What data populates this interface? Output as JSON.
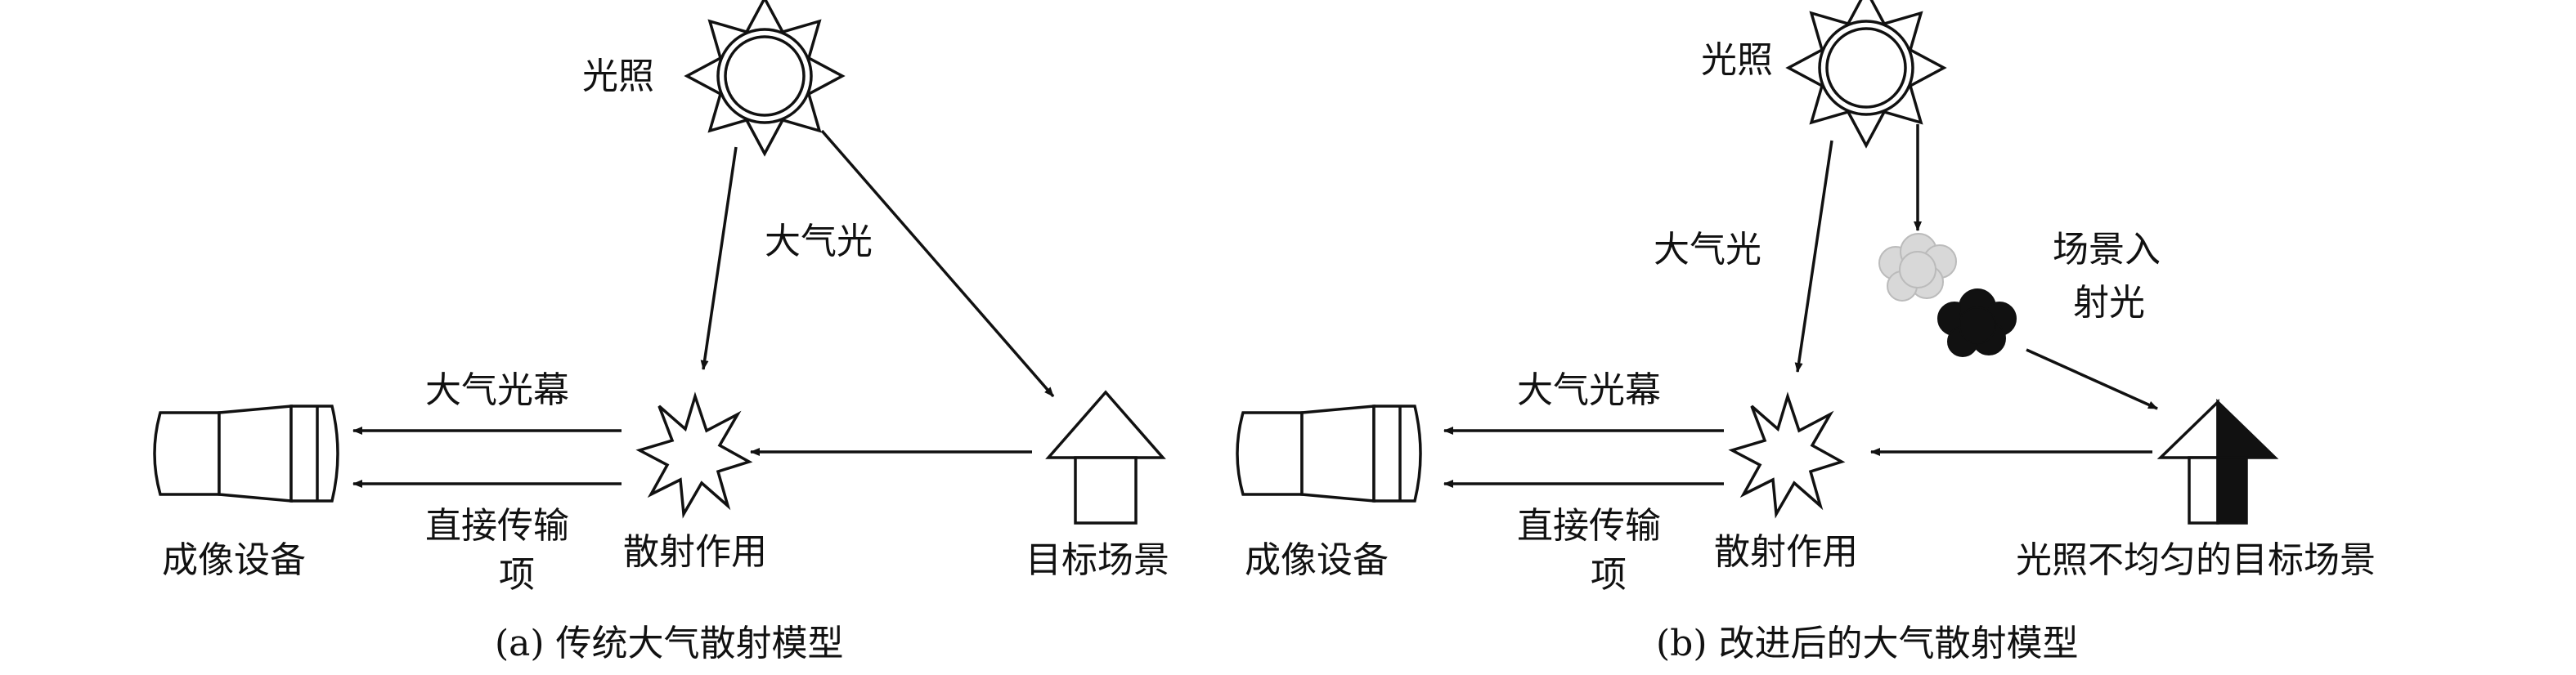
{
  "panel_a": {
    "caption": "(a) 传统大气散射模型",
    "sun_label": "光照",
    "airlight_label": "大气光",
    "veil_label": "大气光幕",
    "direct_label_line1": "直接传输",
    "direct_label_line2": "项",
    "scatter_label": "散射作用",
    "camera_label": "成像设备",
    "scene_label": "目标场景"
  },
  "panel_b": {
    "caption": "(b) 改进后的大气散射模型",
    "sun_label": "光照",
    "airlight_label": "大气光",
    "incident_label_line1": "场景入",
    "incident_label_line2": "射光",
    "veil_label": "大气光幕",
    "direct_label_line1": "直接传输",
    "direct_label_line2": "项",
    "scatter_label": "散射作用",
    "camera_label": "成像设备",
    "scene_label": "光照不均匀的目标场景"
  }
}
